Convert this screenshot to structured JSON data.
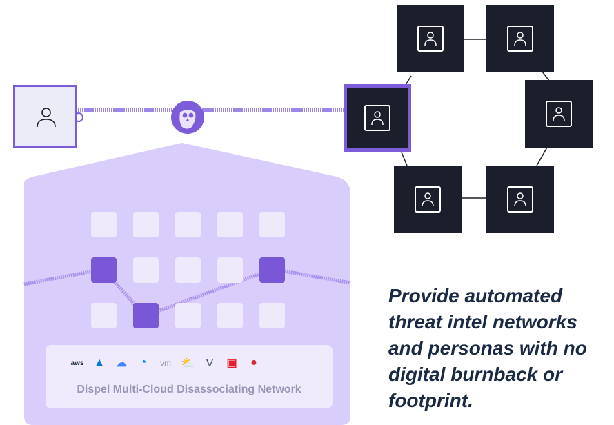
{
  "headline": "Provide automated threat intel networks and personas with no digital burnback or footprint.",
  "network_label": "Dispel Multi-Cloud Disassociating Network",
  "logos": [
    {
      "icon": "aws-logo",
      "text": "aws",
      "color": "#232F3E"
    },
    {
      "icon": "azure-logo",
      "text": "▲",
      "color": "#0078D4"
    },
    {
      "icon": "google-cloud-logo",
      "text": "☁",
      "color": "#4285F4"
    },
    {
      "icon": "digitalocean-logo",
      "text": "◔",
      "color": "#0080FF"
    },
    {
      "icon": "vmware-logo",
      "text": "vm",
      "color": "#9AA0A6"
    },
    {
      "icon": "ibm-cloud-logo",
      "text": "⛅",
      "color": "#5AA9E6"
    },
    {
      "icon": "vultr-logo",
      "text": "V",
      "color": "#3D4A6B"
    },
    {
      "icon": "oracle-logo",
      "text": "▣",
      "color": "#E5202E"
    },
    {
      "icon": "linode-logo",
      "text": "●",
      "color": "#D7282F"
    }
  ],
  "colors": {
    "accent": "#7C5CD8",
    "node_dark": "#1B1F2C",
    "panel": "#D9CEFB",
    "text_dark": "#1B2A44"
  }
}
